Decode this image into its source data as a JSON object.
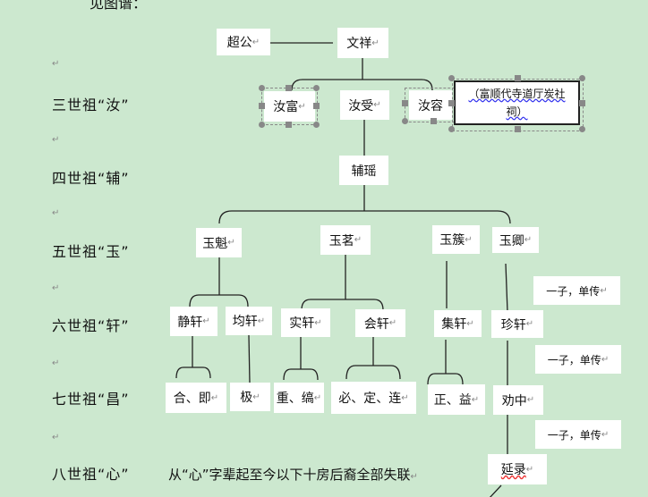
{
  "doc": {
    "top_text": "见图谱：",
    "generations": [
      "三世祖“汝”",
      "四世祖“辅”",
      "五世祖“玉”",
      "六世祖“轩”",
      "七世祖“昌”",
      "八世祖“心”"
    ],
    "nodes": {
      "chao_gong": "超公",
      "wen_xiang": "文祥",
      "ru_fu": "汝富",
      "ru_shou": "汝受",
      "ru_rong": "汝容",
      "note": "（富顺代寺道厅炭社祠）",
      "fu_yao": "辅瑶",
      "yu_kui": "玉魁",
      "yu_ming": "玉茗",
      "yu_cu": "玉簇",
      "yu_qing": "玉卿",
      "jing_xuan": "静轩",
      "jun_xuan": "均轩",
      "shi_xuan": "实轩",
      "hui_xuan": "会轩",
      "ji_xuan": "集轩",
      "zhen_xuan": "珍轩",
      "he_ji": "合、即",
      "ji": "极",
      "zhong_gao": "重、缟",
      "bi_ding_lian": "必、定、连",
      "zheng_yi": "正、益",
      "quan_zhong": "劝中",
      "yan_lu": "延录"
    },
    "single_heir": "一子，单传",
    "lost_message": "从“心”字辈起至今以下十房后裔全部失联"
  }
}
